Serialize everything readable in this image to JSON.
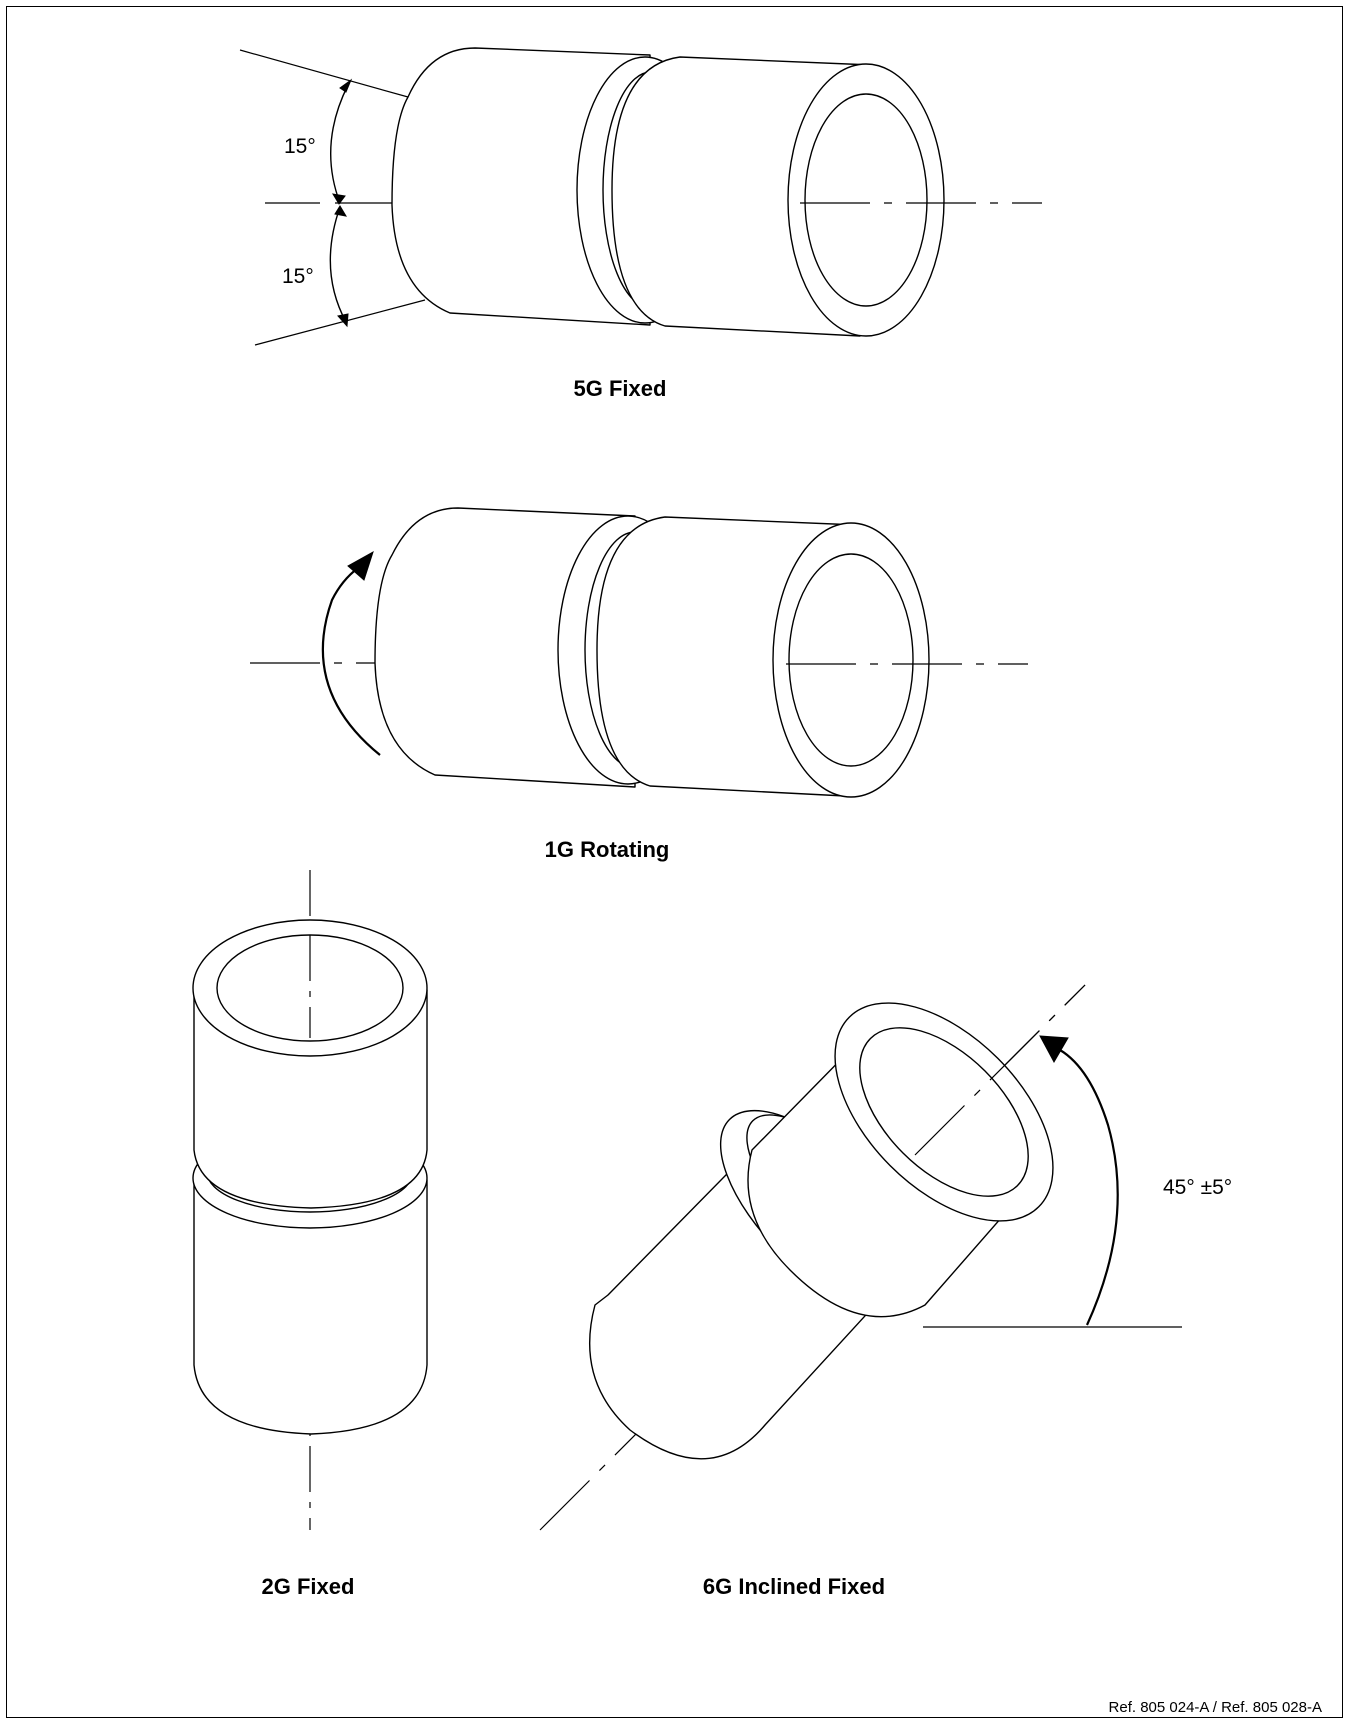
{
  "figures": {
    "fig_5g": {
      "caption": "5G Fixed",
      "angle_upper": "15°",
      "angle_lower": "15°"
    },
    "fig_1g": {
      "caption": "1G Rotating"
    },
    "fig_2g": {
      "caption": "2G Fixed"
    },
    "fig_6g": {
      "caption": "6G Inclined Fixed",
      "angle": "45° ±5°"
    }
  },
  "reference": "Ref. 805 024-A / Ref. 805 028-A",
  "colors": {
    "line": "#000000",
    "background": "#ffffff"
  }
}
